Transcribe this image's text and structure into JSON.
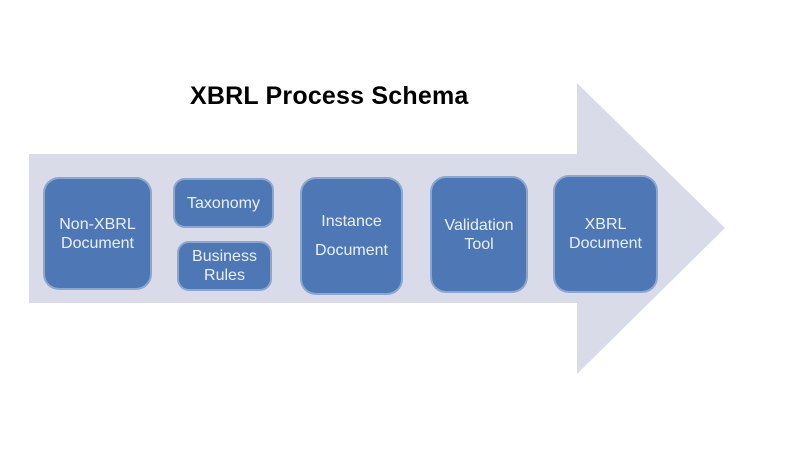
{
  "diagram": {
    "title": "XBRL Process Schema",
    "type": "arrow-process",
    "direction": "right",
    "steps": [
      {
        "id": "non-xbrl-document",
        "label": "Non-XBRL Document",
        "lines": [
          "Non-XBRL",
          "Document"
        ]
      },
      {
        "id": "taxonomy",
        "label": "Taxonomy",
        "lines": [
          "Taxonomy"
        ]
      },
      {
        "id": "business-rules",
        "label": "Business Rules",
        "lines": [
          "Business",
          "Rules"
        ]
      },
      {
        "id": "instance-document",
        "label": "Instance Document",
        "lines": [
          "Instance",
          "Document"
        ]
      },
      {
        "id": "validation-tool",
        "label": "Validation Tool",
        "lines": [
          "Validation",
          "Tool"
        ]
      },
      {
        "id": "xbrl-document",
        "label": "XBRL Document",
        "lines": [
          "XBRL",
          "Document"
        ]
      }
    ]
  },
  "colors": {
    "background": "#ffffff",
    "arrow_fill": "#d9dbe9",
    "box_fill": "#4e78b5",
    "box_text": "#eaf0f8",
    "title_color": "#000000"
  }
}
